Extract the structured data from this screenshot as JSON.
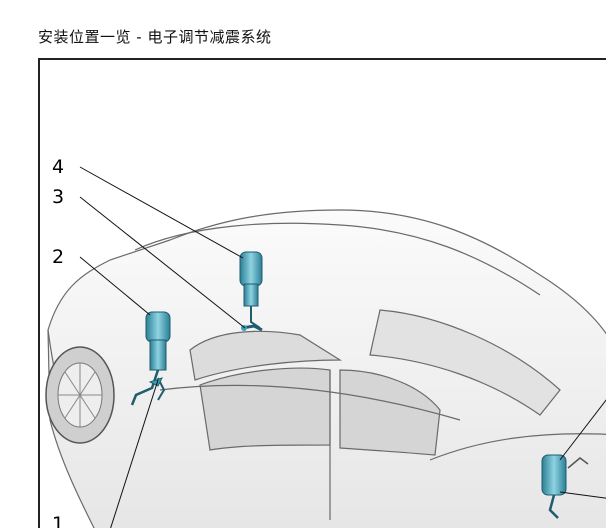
{
  "title": "安装位置一览 - 电子调节减震系统",
  "callouts": [
    {
      "label": "4"
    },
    {
      "label": "3"
    },
    {
      "label": "2"
    },
    {
      "label": "1"
    }
  ],
  "colors": {
    "part": "#3a9fb8",
    "part_light": "#8fd3e2",
    "body_line": "#6a6a6a",
    "body_fill": "#f3f3f3",
    "frame": "#222222"
  }
}
